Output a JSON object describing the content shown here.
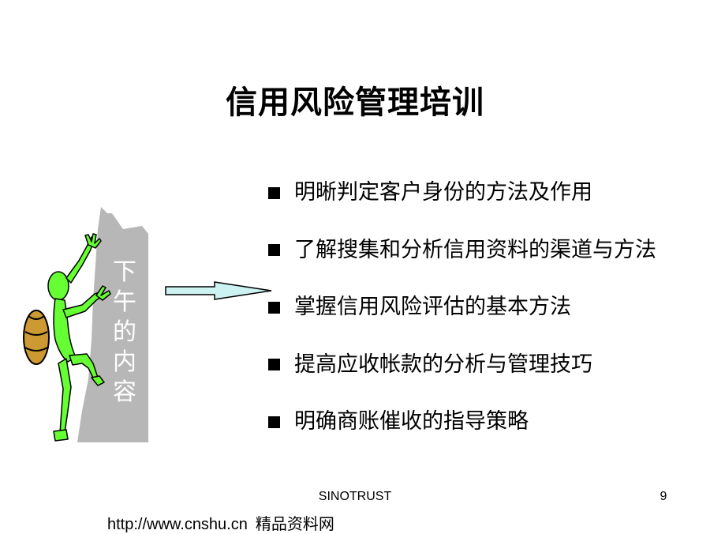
{
  "slide": {
    "title": "信用风险管理培训",
    "bullets": [
      "明晰判定客户身份的方法及作用",
      "了解搜集和分析信用资料的渠道与方法",
      "掌握信用风险评估的基本方法",
      "提高应收帐款的分析与管理技巧",
      "明确商账催收的指导策略"
    ],
    "side_label": [
      "下",
      "午",
      "的",
      "内",
      "容"
    ],
    "footer": {
      "brand": "SINOTRUST",
      "page_number": "9"
    },
    "watermark": {
      "url": "http://www.cnshu.cn",
      "text": "精品资料网"
    }
  },
  "colors": {
    "rock": "#b7b7b7",
    "climber": "#66ff33",
    "backpack": "#cc9933",
    "arrow_fill": "#ccf2f2"
  },
  "icons": {
    "figure": "climber-on-rock-icon",
    "arrow": "right-arrow-icon",
    "bullet": "square-bullet-icon"
  }
}
